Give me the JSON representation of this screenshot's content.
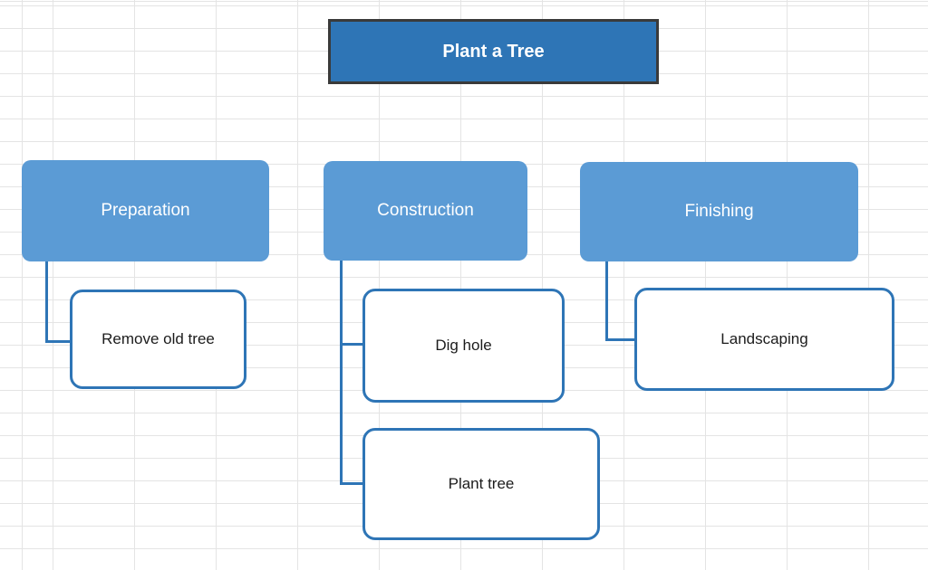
{
  "diagram": {
    "title": {
      "label": "Plant a Tree"
    },
    "phases": [
      {
        "label": "Preparation",
        "tasks": [
          "Remove old tree"
        ]
      },
      {
        "label": "Construction",
        "tasks": [
          "Dig hole",
          "Plant tree"
        ]
      },
      {
        "label": "Finishing",
        "tasks": [
          "Landscaping"
        ]
      }
    ]
  },
  "colors": {
    "title_fill": "#2E75B6",
    "title_border": "#3A3A3A",
    "title_text": "#FFFFFF",
    "phase_fill": "#5B9BD5",
    "phase_text": "#FFFFFF",
    "task_fill": "#FFFFFF",
    "task_border": "#2E75B6",
    "task_text": "#1C1C1C",
    "connector": "#2E75B6",
    "grid_line": "#E4E4E4",
    "canvas_bg": "#FFFFFF"
  }
}
